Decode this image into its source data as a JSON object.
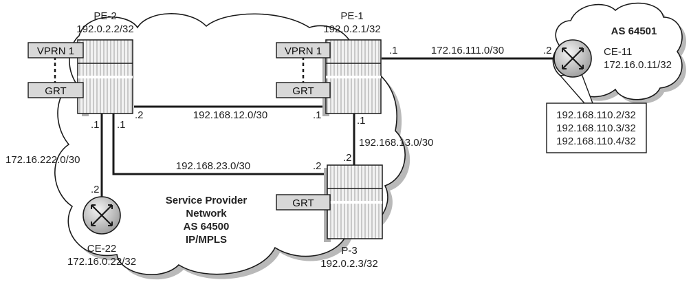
{
  "routers": {
    "pe2": {
      "name": "PE-2",
      "address": "192.0.2.2/32",
      "vprn": "VPRN 1",
      "grt": "GRT"
    },
    "pe1": {
      "name": "PE-1",
      "address": "192.0.2.1/32",
      "vprn": "VPRN 1",
      "grt": "GRT"
    },
    "p3": {
      "name": "P-3",
      "address": "192.0.2.3/32",
      "grt": "GRT"
    }
  },
  "ce_routers": {
    "ce11": {
      "name": "CE-11",
      "address": "172.16.0.11/32",
      "as": "AS 64501",
      "loopbacks": [
        "192.168.110.2/32",
        "192.168.110.3/32",
        "192.168.110.4/32"
      ]
    },
    "ce22": {
      "name": "CE-22",
      "address": "172.16.0.22/32"
    }
  },
  "links": {
    "pe1_ce11": {
      "subnet": "172.16.111.0/30",
      "a": ".1",
      "b": ".2"
    },
    "pe2_pe1": {
      "subnet": "192.168.12.0/30",
      "a": ".2",
      "b": ".1"
    },
    "pe1_p3": {
      "subnet": "192.168.13.0/30",
      "a": ".1",
      "b": ".2"
    },
    "pe2_p3": {
      "subnet": "192.168.23.0/30",
      "a": ".1",
      "b": ".2"
    },
    "pe2_ce22": {
      "subnet": "172.16.222.0/30",
      "a": ".1",
      "b": ".2"
    }
  },
  "provider": {
    "line1": "Service Provider",
    "line2": "Network",
    "line3": "AS 64500",
    "line4": "IP/MPLS"
  }
}
